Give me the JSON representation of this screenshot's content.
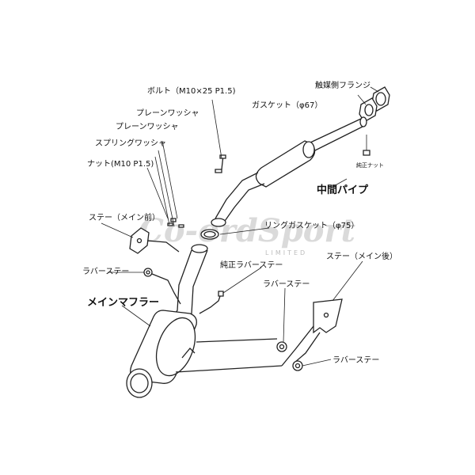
{
  "labels": {
    "catalyst_flange": "触媒側フランジ",
    "gasket_67": "ガスケット（φ67）",
    "bolt": "ボルト（M10×25 P1.5)",
    "plain_washer_1": "プレーンワッシャ",
    "plain_washer_2": "プレーンワッシャ",
    "spring_washer": "スプリングワッシャ",
    "nut": "ナット(M10 P1.5)",
    "stock_nut": "純正ナット",
    "mid_pipe": "中間パイプ",
    "stay_main_front": "ステー（メイン前）",
    "ring_gasket": "リングガスケット（φ75）",
    "rubber_stay_left": "ラバーステー",
    "stock_rubber_stay": "純正ラバーステー",
    "stay_main_rear": "ステー（メイン後）",
    "main_muffler": "メインマフラー",
    "rubber_stay_mid": "ラバーステー",
    "rubber_stay_right": "ラバーステー"
  },
  "watermark": {
    "brand": "Co-ordSport",
    "sub": "LIMITED"
  }
}
